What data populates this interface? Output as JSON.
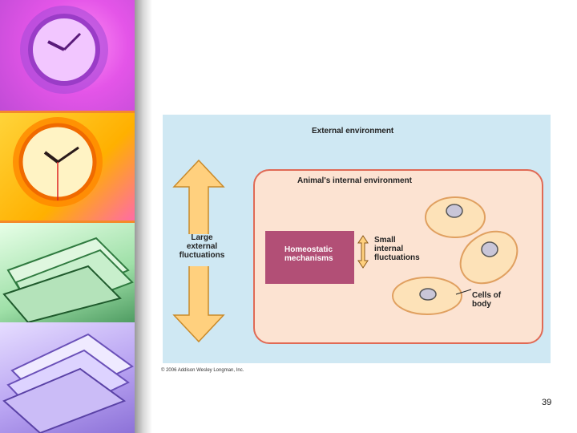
{
  "diagram": {
    "external_environment": "External environment",
    "internal_environment": "Animal's internal environment",
    "large_fluctuations": "Large\nexternal\nfluctuations",
    "homeostatic": "Homeostatic\nmechanisms",
    "small_fluctuations": "Small\ninternal\nfluctuations",
    "cells_label": "Cells of\nbody",
    "credit": "© 2006 Addison Wesley Longman, Inc."
  },
  "slide": {
    "page_number": "39"
  },
  "colors": {
    "external_bg": "#cfe8f3",
    "internal_bg": "#fce3d2",
    "internal_border": "#e06a55",
    "homeostatic_box": "#b24f76",
    "arrow_fill": "#ffd07e",
    "cell_fill": "#fde2b8"
  }
}
